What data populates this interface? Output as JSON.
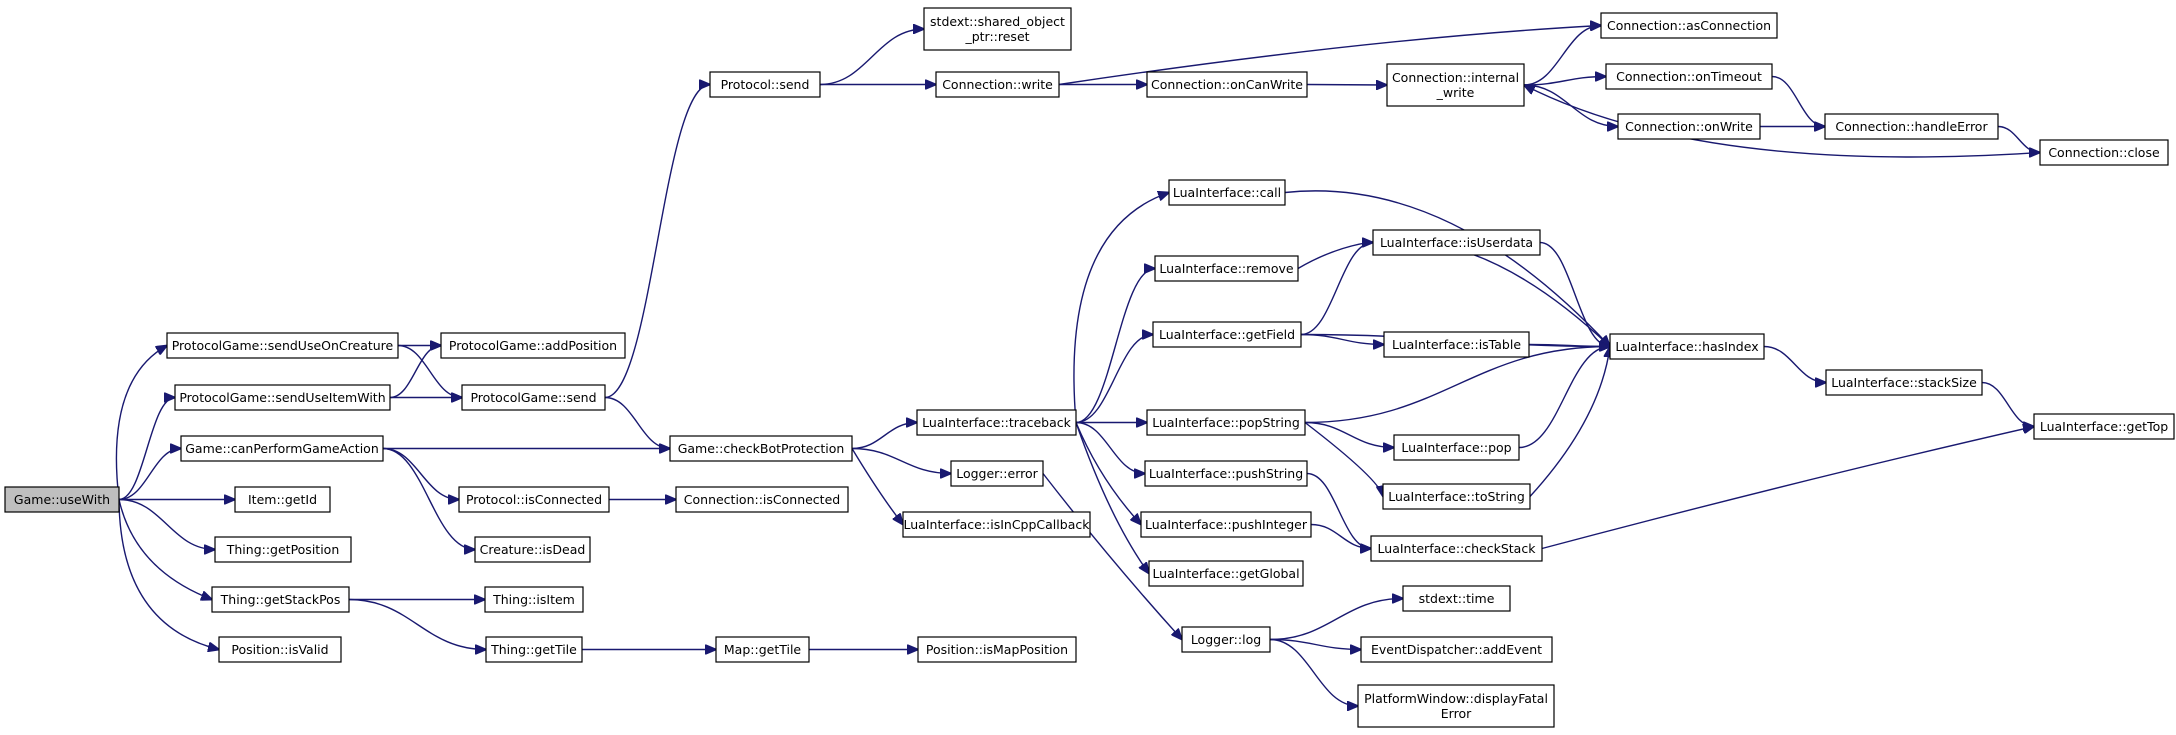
{
  "diagram": {
    "nodes": [
      {
        "id": "use_with",
        "lines": [
          "Game::useWith"
        ],
        "root": true
      },
      {
        "id": "send_use_on_creature",
        "lines": [
          "ProtocolGame::sendUseOnCreature"
        ]
      },
      {
        "id": "send_use_item_with",
        "lines": [
          "ProtocolGame::sendUseItemWith"
        ]
      },
      {
        "id": "can_perform",
        "lines": [
          "Game::canPerformGameAction"
        ]
      },
      {
        "id": "item_getid",
        "lines": [
          "Item::getId"
        ]
      },
      {
        "id": "thing_getposition",
        "lines": [
          "Thing::getPosition"
        ]
      },
      {
        "id": "thing_getstackpos",
        "lines": [
          "Thing::getStackPos"
        ]
      },
      {
        "id": "position_isvalid",
        "lines": [
          "Position::isValid"
        ]
      },
      {
        "id": "pg_addposition",
        "lines": [
          "ProtocolGame::addPosition"
        ]
      },
      {
        "id": "pg_send",
        "lines": [
          "ProtocolGame::send"
        ]
      },
      {
        "id": "protocol_isconnected",
        "lines": [
          "Protocol::isConnected"
        ]
      },
      {
        "id": "creature_isdead",
        "lines": [
          "Creature::isDead"
        ]
      },
      {
        "id": "thing_isitem",
        "lines": [
          "Thing::isItem"
        ]
      },
      {
        "id": "thing_gettile",
        "lines": [
          "Thing::getTile"
        ]
      },
      {
        "id": "protocol_send",
        "lines": [
          "Protocol::send"
        ]
      },
      {
        "id": "check_bot",
        "lines": [
          "Game::checkBotProtection"
        ]
      },
      {
        "id": "conn_isconnected",
        "lines": [
          "Connection::isConnected"
        ]
      },
      {
        "id": "map_gettile",
        "lines": [
          "Map::getTile"
        ]
      },
      {
        "id": "shared_reset",
        "lines": [
          "stdext::shared_object",
          "_ptr::reset"
        ]
      },
      {
        "id": "conn_write",
        "lines": [
          "Connection::write"
        ]
      },
      {
        "id": "traceback",
        "lines": [
          "LuaInterface::traceback"
        ]
      },
      {
        "id": "logger_error",
        "lines": [
          "Logger::error"
        ]
      },
      {
        "id": "is_in_cpp_callback",
        "lines": [
          "LuaInterface::isInCppCallback"
        ]
      },
      {
        "id": "is_map_position",
        "lines": [
          "Position::isMapPosition"
        ]
      },
      {
        "id": "conn_oncanwrite",
        "lines": [
          "Connection::onCanWrite"
        ]
      },
      {
        "id": "lua_call",
        "lines": [
          "LuaInterface::call"
        ]
      },
      {
        "id": "lua_remove",
        "lines": [
          "LuaInterface::remove"
        ]
      },
      {
        "id": "lua_getfield",
        "lines": [
          "LuaInterface::getField"
        ]
      },
      {
        "id": "lua_popstring",
        "lines": [
          "LuaInterface::popString"
        ]
      },
      {
        "id": "lua_pushstring",
        "lines": [
          "LuaInterface::pushString"
        ]
      },
      {
        "id": "lua_pushinteger",
        "lines": [
          "LuaInterface::pushInteger"
        ]
      },
      {
        "id": "lua_getglobal",
        "lines": [
          "LuaInterface::getGlobal"
        ]
      },
      {
        "id": "logger_log",
        "lines": [
          "Logger::log"
        ]
      },
      {
        "id": "conn_internal_write",
        "lines": [
          "Connection::internal",
          "_write"
        ]
      },
      {
        "id": "lua_isuserdata",
        "lines": [
          "LuaInterface::isUserdata"
        ]
      },
      {
        "id": "lua_istable",
        "lines": [
          "LuaInterface::isTable"
        ]
      },
      {
        "id": "lua_pop",
        "lines": [
          "LuaInterface::pop"
        ]
      },
      {
        "id": "lua_tostring",
        "lines": [
          "LuaInterface::toString"
        ]
      },
      {
        "id": "lua_checkstack",
        "lines": [
          "LuaInterface::checkStack"
        ]
      },
      {
        "id": "stdext_time",
        "lines": [
          "stdext::time"
        ]
      },
      {
        "id": "dispatcher_addevent",
        "lines": [
          "EventDispatcher::addEvent"
        ]
      },
      {
        "id": "display_fatal",
        "lines": [
          "PlatformWindow::displayFatal",
          "Error"
        ]
      },
      {
        "id": "conn_asconnection",
        "lines": [
          "Connection::asConnection"
        ]
      },
      {
        "id": "conn_ontimeout",
        "lines": [
          "Connection::onTimeout"
        ]
      },
      {
        "id": "conn_onwrite",
        "lines": [
          "Connection::onWrite"
        ]
      },
      {
        "id": "lua_hasindex",
        "lines": [
          "LuaInterface::hasIndex"
        ]
      },
      {
        "id": "conn_handleerror",
        "lines": [
          "Connection::handleError"
        ]
      },
      {
        "id": "lua_stacksize",
        "lines": [
          "LuaInterface::stackSize"
        ]
      },
      {
        "id": "conn_close",
        "lines": [
          "Connection::close"
        ]
      },
      {
        "id": "lua_gettop",
        "lines": [
          "LuaInterface::getTop"
        ]
      }
    ],
    "edges": [
      [
        "use_with",
        "send_use_on_creature"
      ],
      [
        "use_with",
        "send_use_item_with"
      ],
      [
        "use_with",
        "can_perform"
      ],
      [
        "use_with",
        "item_getid"
      ],
      [
        "use_with",
        "thing_getposition"
      ],
      [
        "use_with",
        "thing_getstackpos"
      ],
      [
        "use_with",
        "position_isvalid"
      ],
      [
        "send_use_on_creature",
        "pg_addposition"
      ],
      [
        "send_use_on_creature",
        "pg_send"
      ],
      [
        "send_use_item_with",
        "pg_addposition"
      ],
      [
        "send_use_item_with",
        "pg_send"
      ],
      [
        "can_perform",
        "check_bot"
      ],
      [
        "can_perform",
        "protocol_isconnected"
      ],
      [
        "can_perform",
        "creature_isdead"
      ],
      [
        "thing_getstackpos",
        "thing_isitem"
      ],
      [
        "thing_getstackpos",
        "thing_gettile"
      ],
      [
        "pg_send",
        "protocol_send"
      ],
      [
        "pg_send",
        "check_bot"
      ],
      [
        "protocol_isconnected",
        "conn_isconnected"
      ],
      [
        "thing_gettile",
        "map_gettile"
      ],
      [
        "map_gettile",
        "is_map_position"
      ],
      [
        "protocol_send",
        "shared_reset"
      ],
      [
        "protocol_send",
        "conn_write"
      ],
      [
        "check_bot",
        "traceback"
      ],
      [
        "check_bot",
        "logger_error"
      ],
      [
        "check_bot",
        "is_in_cpp_callback"
      ],
      [
        "conn_write",
        "conn_oncanwrite"
      ],
      [
        "conn_write",
        "conn_asconnection"
      ],
      [
        "conn_oncanwrite",
        "conn_internal_write"
      ],
      [
        "conn_internal_write",
        "conn_asconnection"
      ],
      [
        "conn_internal_write",
        "conn_ontimeout"
      ],
      [
        "conn_internal_write",
        "conn_onwrite"
      ],
      [
        "conn_ontimeout",
        "conn_handleerror"
      ],
      [
        "conn_onwrite",
        "conn_handleerror"
      ],
      [
        "conn_handleerror",
        "conn_close"
      ],
      [
        "conn_close",
        "conn_internal_write"
      ],
      [
        "traceback",
        "lua_call"
      ],
      [
        "traceback",
        "lua_remove"
      ],
      [
        "traceback",
        "lua_getfield"
      ],
      [
        "traceback",
        "lua_popstring"
      ],
      [
        "traceback",
        "lua_pushstring"
      ],
      [
        "traceback",
        "lua_pushinteger"
      ],
      [
        "traceback",
        "lua_getglobal"
      ],
      [
        "logger_error",
        "logger_log"
      ],
      [
        "logger_log",
        "stdext_time"
      ],
      [
        "logger_log",
        "dispatcher_addevent"
      ],
      [
        "logger_log",
        "display_fatal"
      ],
      [
        "lua_call",
        "lua_hasindex"
      ],
      [
        "lua_remove",
        "lua_hasindex"
      ],
      [
        "lua_getfield",
        "lua_isuserdata"
      ],
      [
        "lua_getfield",
        "lua_istable"
      ],
      [
        "lua_getfield",
        "lua_hasindex"
      ],
      [
        "lua_popstring",
        "lua_pop"
      ],
      [
        "lua_popstring",
        "lua_tostring"
      ],
      [
        "lua_popstring",
        "lua_hasindex"
      ],
      [
        "lua_pushstring",
        "lua_checkstack"
      ],
      [
        "lua_pushinteger",
        "lua_checkstack"
      ],
      [
        "lua_isuserdata",
        "lua_hasindex"
      ],
      [
        "lua_istable",
        "lua_hasindex"
      ],
      [
        "lua_pop",
        "lua_hasindex"
      ],
      [
        "lua_tostring",
        "lua_hasindex"
      ],
      [
        "lua_checkstack",
        "lua_gettop"
      ],
      [
        "lua_hasindex",
        "lua_stacksize"
      ],
      [
        "lua_stacksize",
        "lua_gettop"
      ]
    ]
  }
}
